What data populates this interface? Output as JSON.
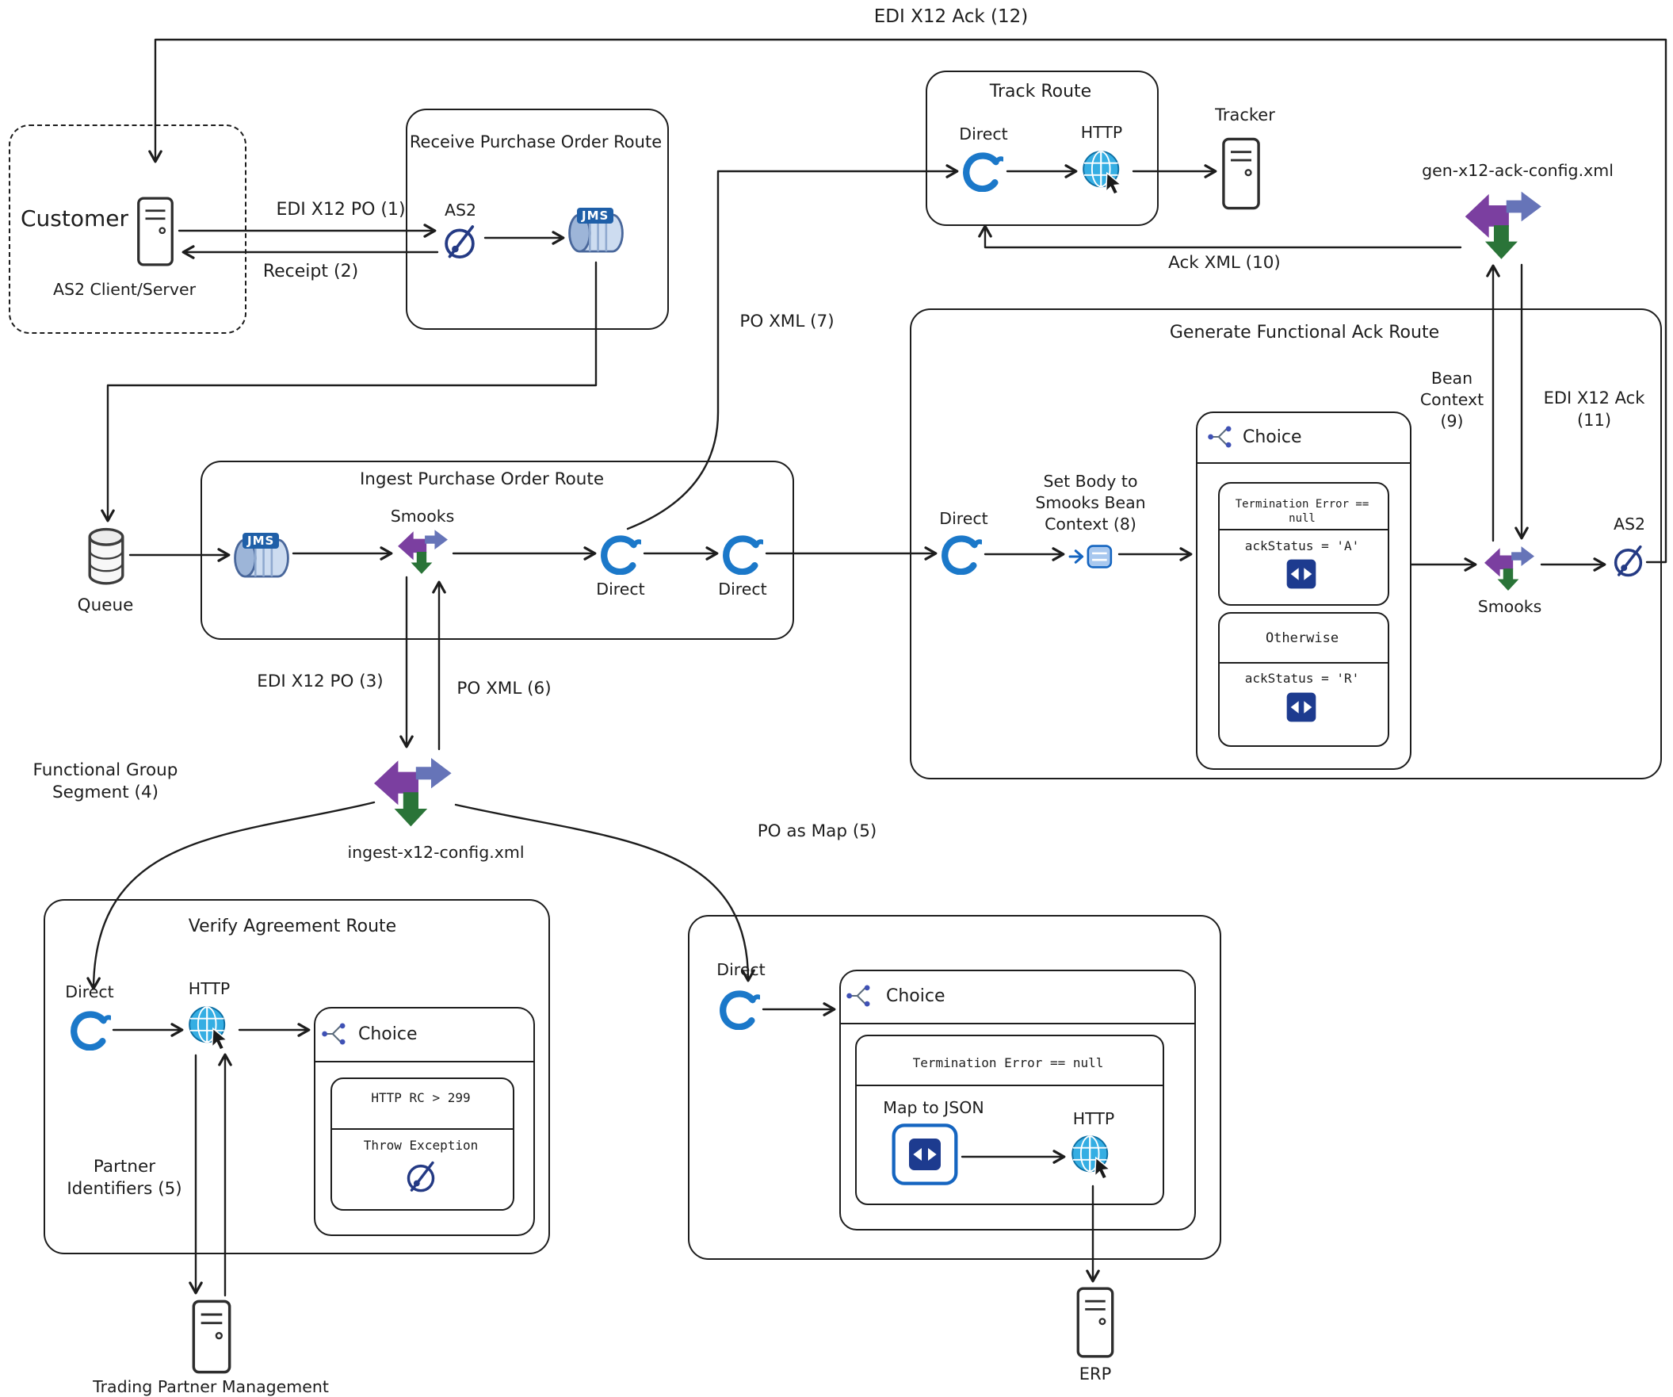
{
  "colors": {
    "line": "#1d1d1d",
    "camel_blue": "#1b78c9",
    "globe_blue": "#35aee3",
    "navy": "#1d3b8f",
    "smooks_purple": "#7b3fa0",
    "smooks_slate": "#6674b8",
    "smooks_green": "#2a7438",
    "jms_blue": "#49679b"
  },
  "flow_labels": {
    "edi_x12_ack_12": "EDI X12 Ack (12)",
    "edi_x12_po_1": "EDI X12 PO (1)",
    "receipt_2": "Receipt (2)",
    "edi_x12_po_3": "EDI X12 PO (3)",
    "functional_group_segment_4": "Functional Group\nSegment (4)",
    "po_as_map_5": "PO as Map (5)",
    "partner_identifiers_5": "Partner\nIdentifiers (5)",
    "po_xml_6": "PO XML (6)",
    "po_xml_7": "PO XML (7)",
    "set_body_8": "Set Body to\nSmooks Bean\nContext (8)",
    "bean_context_9": "Bean\nContext\n(9)",
    "ack_xml_10": "Ack XML (10)",
    "edi_x12_ack_11": "EDI X12 Ack (11)"
  },
  "customer": {
    "name": "Customer",
    "subtitle": "AS2 Client/Server"
  },
  "receive_route": {
    "title": "Receive Purchase Order Route",
    "as2": "AS2",
    "jms": "JMS"
  },
  "track_route": {
    "title": "Track Route",
    "direct": "Direct",
    "http": "HTTP"
  },
  "ingest_route": {
    "title": "Ingest Purchase Order Route",
    "jms": "JMS",
    "smooks": "Smooks",
    "direct1": "Direct",
    "direct2": "Direct"
  },
  "gen_ack_route": {
    "title": "Generate Functional Ack Route",
    "direct": "Direct",
    "choice": "Choice",
    "when_condition": "Termination Error == null",
    "when_action": "ackStatus = 'A'",
    "otherwise": "Otherwise",
    "otherwise_action": "ackStatus = 'R'",
    "smooks": "Smooks",
    "as2": "AS2"
  },
  "verify_route": {
    "title": "Verify Agreement Route",
    "direct": "Direct",
    "http": "HTTP",
    "choice": "Choice",
    "when_condition": "HTTP RC > 299",
    "when_action": "Throw Exception"
  },
  "erp_route": {
    "direct": "Direct",
    "choice": "Choice",
    "when_condition": "Termination Error == null",
    "map_to_json": "Map to JSON",
    "http": "HTTP"
  },
  "nodes": {
    "queue": "Queue",
    "tracker": "Tracker",
    "gen_config": "gen-x12-ack-config.xml",
    "ingest_config": "ingest-x12-config.xml",
    "tpm": "Trading Partner Management",
    "erp": "ERP"
  }
}
